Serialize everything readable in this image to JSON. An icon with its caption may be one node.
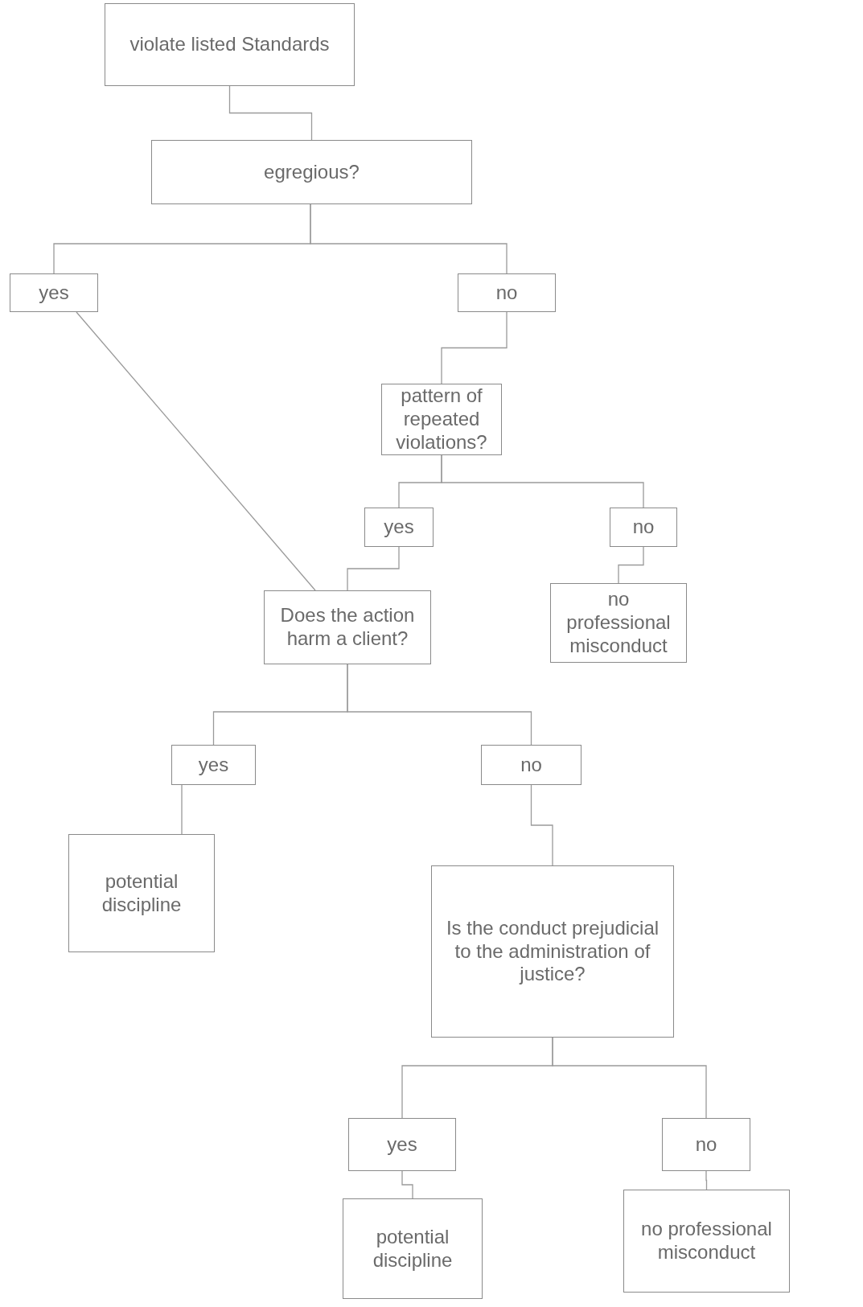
{
  "diagram": {
    "nodes": [
      {
        "text": [
          "violate listed Standards"
        ]
      },
      {
        "text": [
          "egregious?"
        ]
      },
      {
        "text": [
          "yes"
        ]
      },
      {
        "text": [
          "no"
        ]
      },
      {
        "text": [
          "pattern of repeated violations?"
        ]
      },
      {
        "text": [
          "yes"
        ]
      },
      {
        "text": [
          "no"
        ]
      },
      {
        "text": [
          "Does the action harm a client?"
        ]
      },
      {
        "text": [
          "no professional misconduct"
        ]
      },
      {
        "text": [
          "yes"
        ]
      },
      {
        "text": [
          "no"
        ]
      },
      {
        "text": [
          "potential discipline"
        ]
      },
      {
        "text": [
          "Is the conduct prejudicial to the administration of justice?"
        ]
      },
      {
        "text": [
          "yes"
        ]
      },
      {
        "text": [
          "no"
        ]
      },
      {
        "text": [
          "potential discipline"
        ]
      },
      {
        "text": [
          "no professional misconduct"
        ]
      }
    ],
    "edges": [
      {
        "from": 0,
        "to": 1,
        "arrow": "none"
      },
      {
        "from": 1,
        "to": 2,
        "arrow": "none"
      },
      {
        "from": 1,
        "to": 3,
        "arrow": "none"
      },
      {
        "from": 3,
        "to": 4,
        "arrow": "none"
      },
      {
        "from": 4,
        "to": 5,
        "arrow": "none"
      },
      {
        "from": 4,
        "to": 6,
        "arrow": "none"
      },
      {
        "from": 2,
        "to": 7,
        "arrow": "none"
      },
      {
        "from": 5,
        "to": 7,
        "arrow": "none"
      },
      {
        "from": 6,
        "to": 8,
        "arrow": "none"
      },
      {
        "from": 7,
        "to": 9,
        "arrow": "none"
      },
      {
        "from": 7,
        "to": 10,
        "arrow": "none"
      },
      {
        "from": 9,
        "to": 11,
        "arrow": "none"
      },
      {
        "from": 10,
        "to": 12,
        "arrow": "none"
      },
      {
        "from": 12,
        "to": 13,
        "arrow": "none"
      },
      {
        "from": 12,
        "to": 14,
        "arrow": "none"
      },
      {
        "from": 13,
        "to": 15,
        "arrow": "none"
      },
      {
        "from": 14,
        "to": 16,
        "arrow": "none"
      }
    ]
  }
}
